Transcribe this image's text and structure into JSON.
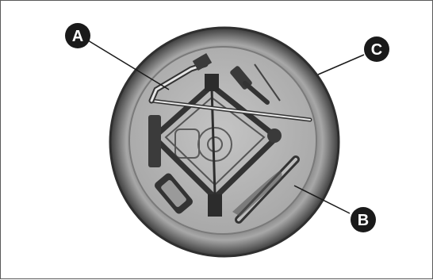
{
  "callouts": {
    "a": {
      "letter": "A"
    },
    "b": {
      "letter": "B"
    },
    "c": {
      "letter": "C"
    }
  },
  "colors": {
    "frame": "#5a5a5a",
    "tire_outer": "#4a4a4a",
    "tire_inner": "#8a8a8a",
    "tray": "#b9b9b9",
    "tool_dark": "#3a3a3a",
    "tool_light": "#e6e6e6",
    "callout": "#1a1a1a"
  }
}
